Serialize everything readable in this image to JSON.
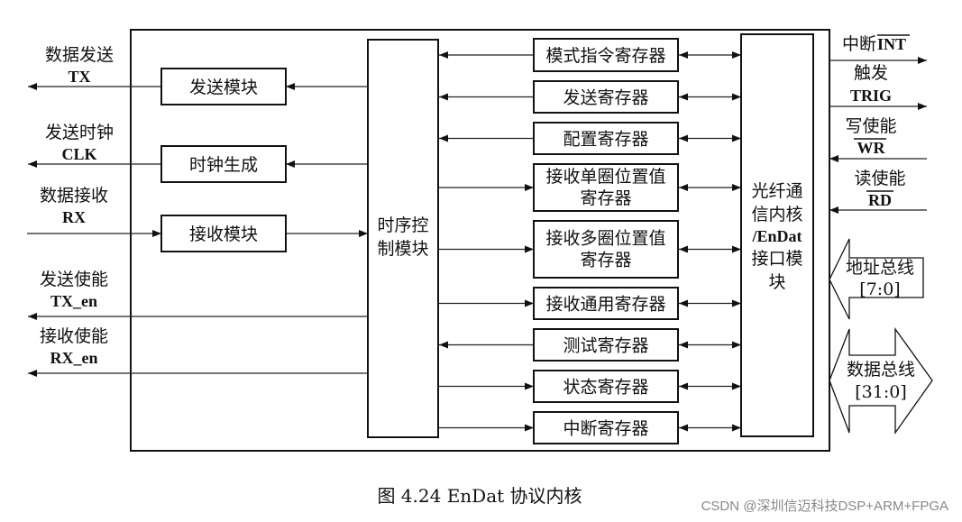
{
  "left_signals": {
    "tx": {
      "cn": "数据发送",
      "en": "TX"
    },
    "clk": {
      "cn": "发送时钟",
      "en": "CLK"
    },
    "rx": {
      "cn": "数据接收",
      "en": "RX"
    },
    "tx_en": {
      "cn": "发送使能",
      "en": "TX_en"
    },
    "rx_en": {
      "cn": "接收使能",
      "en": "RX_en"
    }
  },
  "left_blocks": [
    "发送模块",
    "时钟生成",
    "接收模块"
  ],
  "timing_block": [
    "时序控",
    "制模块"
  ],
  "registers": [
    [
      "模式指令寄存器"
    ],
    [
      "发送寄存器"
    ],
    [
      "配置寄存器"
    ],
    [
      "接收单圈位置值",
      "寄存器"
    ],
    [
      "接收多圈位置值",
      "寄存器"
    ],
    [
      "接收通用寄存器"
    ],
    [
      "测试寄存器"
    ],
    [
      "状态寄存器"
    ],
    [
      "中断寄存器"
    ]
  ],
  "core_block": [
    "光纤通",
    "信内核",
    "/EnDat",
    "接口模",
    "块"
  ],
  "right_signals": {
    "int": {
      "cn": "中断",
      "en": "INT"
    },
    "trig": {
      "cn": "触发",
      "en": "TRIG"
    },
    "wr": {
      "cn": "写使能",
      "en": "WR"
    },
    "rd": {
      "cn": "读使能",
      "en": "RD"
    },
    "addr_bus": {
      "cn": "地址总线",
      "range": "[7:0]"
    },
    "data_bus": {
      "cn": "数据总线",
      "range": "[31:0]"
    }
  },
  "caption": "图 4.24 EnDat 协议内核",
  "watermark": "CSDN @深圳信迈科技DSP+ARM+FPGA"
}
